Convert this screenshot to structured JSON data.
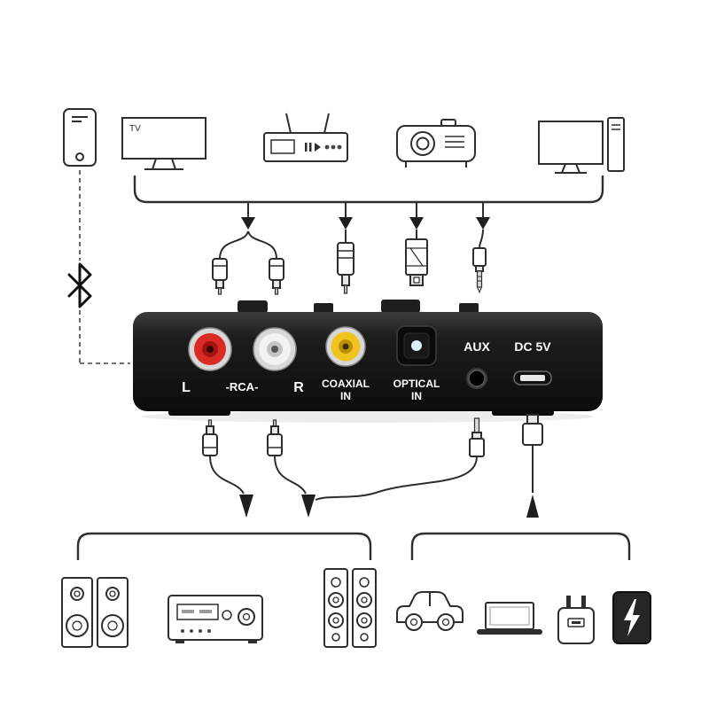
{
  "diagram": {
    "type": "product-connection-diagram",
    "top_devices": [
      {
        "icon": "smartphone-icon"
      },
      {
        "icon": "tv-icon",
        "label": "TV"
      },
      {
        "icon": "media-player-icon"
      },
      {
        "icon": "projector-icon"
      },
      {
        "icon": "desktop-pc-icon"
      }
    ],
    "receiver": {
      "ports": {
        "rca_left": "L",
        "rca_divider": "-RCA-",
        "rca_right": "R",
        "coaxial_line1": "COAXIAL",
        "coaxial_line2": "IN",
        "optical_line1": "OPTICAL",
        "optical_line2": "IN",
        "aux": "AUX",
        "dc": "DC 5V"
      }
    },
    "bottom_devices": [
      {
        "icon": "bookshelf-speakers-icon"
      },
      {
        "icon": "amplifier-icon"
      },
      {
        "icon": "tower-speakers-icon"
      },
      {
        "icon": "car-icon"
      },
      {
        "icon": "laptop-icon"
      },
      {
        "icon": "usb-charger-icon"
      },
      {
        "icon": "power-bank-icon"
      }
    ],
    "icons": [
      "bluetooth-icon",
      "arrow-down-icon",
      "arrow-up-icon",
      "rca-cable-icon",
      "coaxial-cable-icon",
      "optical-cable-icon",
      "aux-cable-icon",
      "usb-cable-icon"
    ],
    "colors": {
      "outline": "#2e2e2e",
      "receiver_body": "#181818",
      "rca_red": "#d92b23",
      "rca_white": "#f2f2f2",
      "coaxial_yellow": "#f0c41e",
      "port_label": "#ffffff"
    }
  }
}
